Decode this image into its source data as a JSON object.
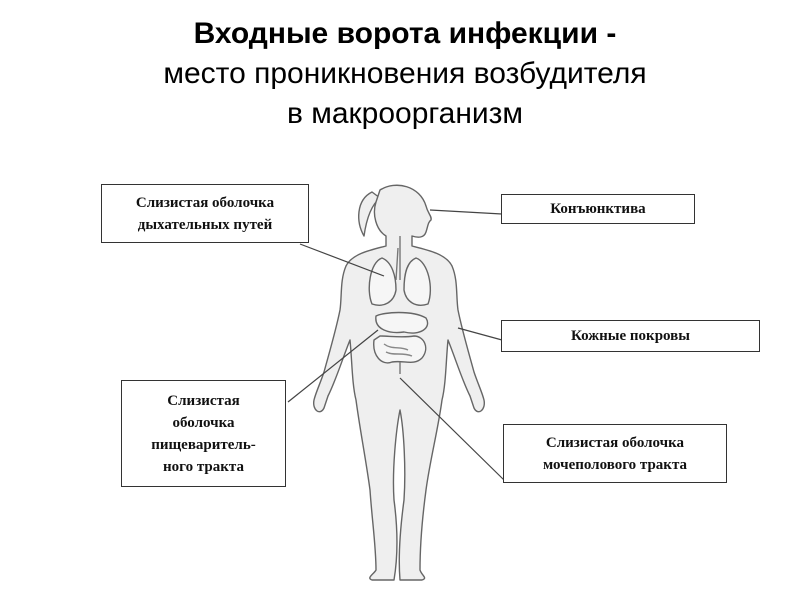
{
  "title": {
    "line1": "Входные ворота инфекции -",
    "line2": "место проникновения возбудителя",
    "line3": "в макроорганизм"
  },
  "labels": {
    "respiratory": [
      "Слизистая оболочка",
      "дыхательных путей"
    ],
    "conjunctiva": [
      "Конъюнктива"
    ],
    "skin": [
      "Кожные покровы"
    ],
    "digestive": [
      "Слизистая",
      "оболочка",
      "пищеваритель-",
      "ного тракта"
    ],
    "urogenital": [
      "Слизистая оболочка",
      "мочеполового тракта"
    ]
  }
}
